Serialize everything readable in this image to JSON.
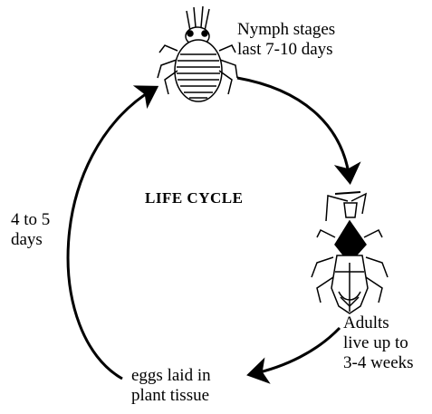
{
  "title": "LIFE CYCLE",
  "stages": {
    "nymph": {
      "lines": [
        "Nymph stages",
        "last 7-10 days"
      ],
      "icon": "nymph-bug-icon"
    },
    "adult": {
      "lines": [
        "Adults",
        "live up to",
        "3-4 weeks"
      ],
      "icon": "adult-bug-icon"
    },
    "eggs": {
      "lines": [
        "eggs laid in",
        "plant tissue"
      ]
    },
    "egg_duration": {
      "lines": [
        "4 to 5",
        "days"
      ]
    }
  },
  "colors": {
    "ink": "#000000",
    "background": "#ffffff"
  }
}
